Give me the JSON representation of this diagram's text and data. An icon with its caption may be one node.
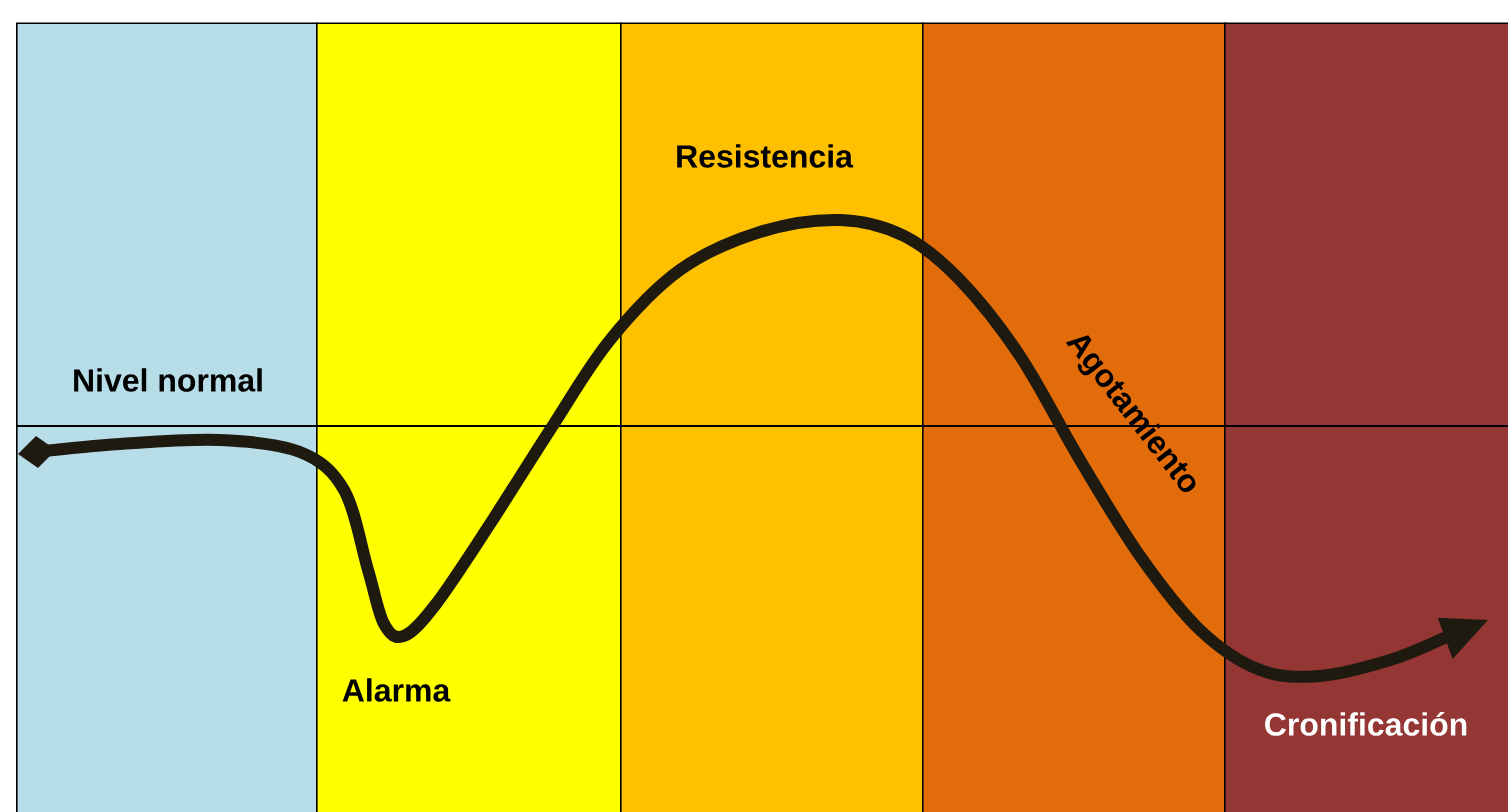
{
  "diagram": {
    "nodes": [
      {
        "text": [
          "Nivel normal"
        ]
      },
      {
        "text": [
          "Alarma"
        ]
      },
      {
        "text": [
          "Resistencia"
        ]
      },
      {
        "text": [
          "Agotamiento"
        ]
      },
      {
        "text": [
          "Cronificación"
        ]
      }
    ],
    "edges": []
  }
}
